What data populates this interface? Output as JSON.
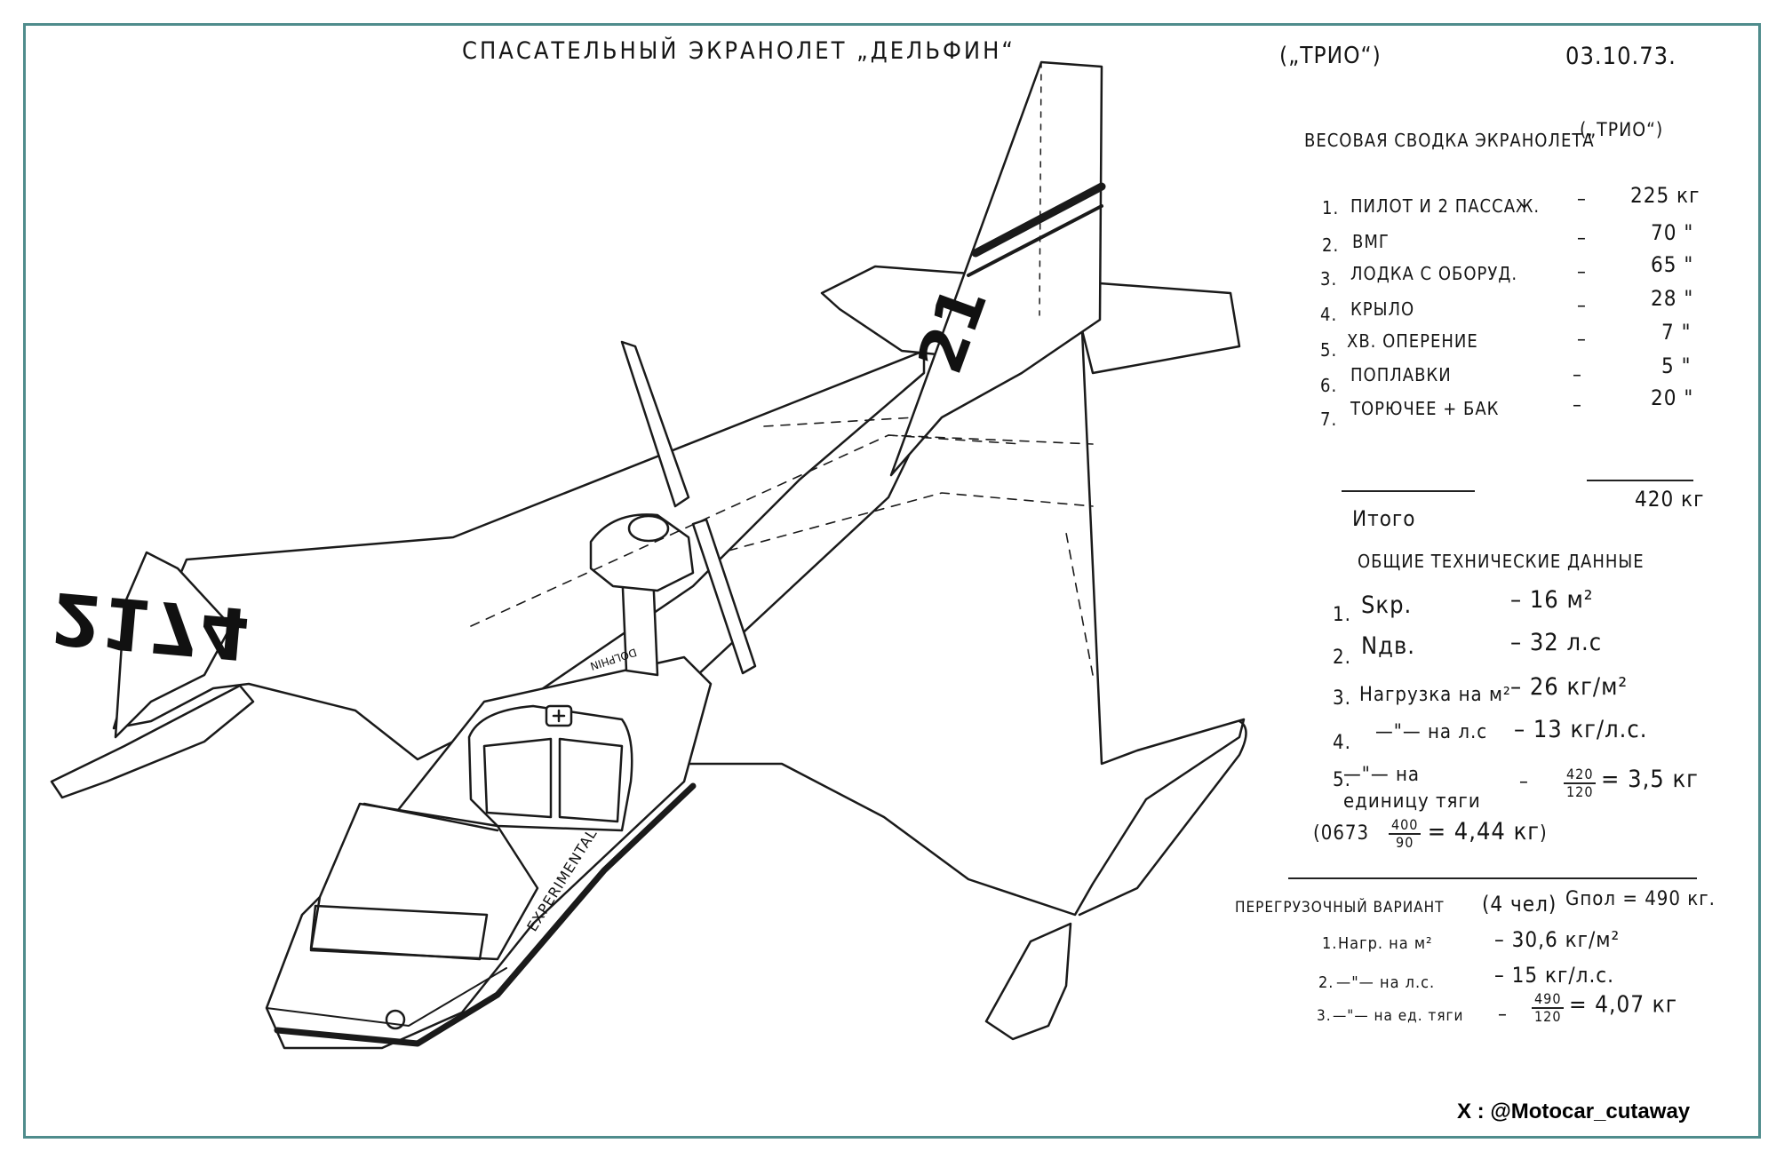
{
  "header": {
    "title": "СПАСАТЕЛЬНЫЙ ЭКРАНОЛЕТ „ДЕЛЬФИН“",
    "variant": "(„ТРИО“)",
    "date": "03.10.73."
  },
  "aircraft_markings": {
    "wing_number": "2174",
    "tail_number": "21",
    "hull_text": "EXPERIMENTAL",
    "nacelle_text": "DOLPHIN"
  },
  "weight_summary": {
    "title": "ВЕСОВАЯ СВОДКА ЭКРАНОЛЕТА",
    "title_variant": "(„ТРИО“)",
    "items": [
      {
        "num": "1.",
        "name": "ПИЛОТ И 2 ПАССАЖ.",
        "value": "225 кг"
      },
      {
        "num": "2.",
        "name": "ВМГ",
        "value": "70 \""
      },
      {
        "num": "3.",
        "name": "ЛОДКА С ОБОРУД.",
        "value": "65 \""
      },
      {
        "num": "4.",
        "name": "КРЫЛО",
        "value": "28 \""
      },
      {
        "num": "5.",
        "name": "ХВ. ОПЕРЕНИЕ",
        "value": "7 \""
      },
      {
        "num": "6.",
        "name": "ПОПЛАВКИ",
        "value": "5 \""
      },
      {
        "num": "7.",
        "name": "ТОРЮЧЕЕ + БАК",
        "value": "20 \""
      }
    ],
    "total_label": "Итого",
    "total_value": "420 кг"
  },
  "tech_data": {
    "title": "ОБЩИЕ ТЕХНИЧЕСКИЕ ДАННЫЕ",
    "items": [
      {
        "num": "1.",
        "name": "Sкр.",
        "value": "– 16 м²"
      },
      {
        "num": "2.",
        "name": "Nдв.",
        "value": "– 32 л.с"
      },
      {
        "num": "3.",
        "name": "Нагрузка на м²",
        "value": "– 26 кг/м²"
      },
      {
        "num": "4.",
        "name": "—\"— на л.с",
        "value": "– 13 кг/л.с."
      },
      {
        "num": "5.",
        "name": "—\"— на единицу тяги",
        "value": "– 420/120 = 3,5 кг"
      }
    ],
    "extra": "(0673  400/90 = 4,44 кг)"
  },
  "overload": {
    "title": "ПЕРЕГРУЗОЧНЫЙ ВАРИАНТ",
    "crew": "(4 чел)",
    "mass": "Gпол = 490 кг.",
    "items": [
      {
        "num": "1.",
        "name": "Нагр. на м²",
        "value": "– 30,6 кг/м²"
      },
      {
        "num": "2.",
        "name": "—\"— на л.с.",
        "value": "– 15 кг/л.с."
      },
      {
        "num": "3.",
        "name": "—\"— на ед. тяги",
        "value": "– 490/120 = 4,07 кг"
      }
    ]
  },
  "fractions": {
    "t5_num": "420",
    "t5_den": "120",
    "t5_res": "= 3,5 кг",
    "extra_num": "400",
    "extra_den": "90",
    "extra_res": "= 4,44 кг",
    "o3_num": "490",
    "o3_den": "120",
    "o3_res": "= 4,07 кг"
  },
  "credit": "X : @Motocar_cutaway",
  "colors": {
    "frame": "#4f8c8c",
    "ink": "#151515",
    "background": "#ffffff"
  }
}
